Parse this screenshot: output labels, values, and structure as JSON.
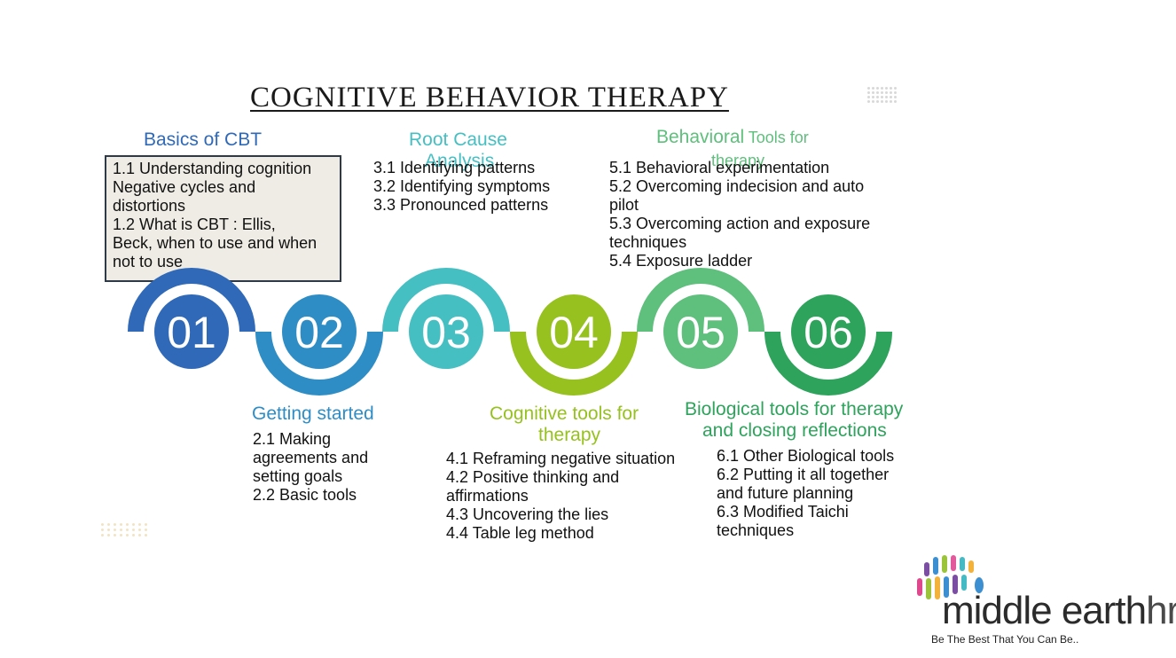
{
  "title": "COGNITIVE BEHAVIOR THERAPY",
  "colors": {
    "step01": "#2f69b8",
    "step02": "#2f8dc6",
    "step03": "#46bfc3",
    "step04": "#96c11f",
    "step05": "#5fbf7c",
    "step06": "#2ea35c"
  },
  "steps": [
    {
      "number": "01",
      "heading": "Basics of CBT",
      "items": [
        "1.1 Understanding cognition",
        "Negative cycles and",
        "distortions",
        "1.2 What is CBT : Ellis,",
        "Beck, when to use and when",
        "not to use"
      ]
    },
    {
      "number": "02",
      "heading": "Getting started",
      "items": [
        "2.1 Making",
        "agreements and",
        "setting goals",
        "2.2 Basic tools"
      ]
    },
    {
      "number": "03",
      "heading_lines": [
        "Root Cause",
        "Analysis"
      ],
      "items": [
        "3.1 Identifying patterns",
        "3.2 Identifying symptoms",
        "3.3 Pronounced patterns"
      ]
    },
    {
      "number": "04",
      "heading_lines": [
        "Cognitive tools for",
        "therapy"
      ],
      "items": [
        "4.1 Reframing negative situation",
        "4.2 Positive thinking and",
        "affirmations",
        "4.3 Uncovering the lies",
        "4.4 Table leg method"
      ]
    },
    {
      "number": "05",
      "heading_main": "Behavioral",
      "heading_small": "Tools for",
      "heading_small2": "therapy",
      "items": [
        "5.1 Behavioral experimentation",
        "5.2 Overcoming indecision and auto",
        "pilot",
        "5.3 Overcoming action and exposure",
        "techniques",
        "5.4 Exposure ladder"
      ]
    },
    {
      "number": "06",
      "heading_lines": [
        "Biological tools for therapy",
        "and closing reflections"
      ],
      "items": [
        "6.1 Other Biological tools",
        "6.2 Putting it all together",
        "and future planning",
        "6.3 Modified Taichi",
        "techniques"
      ]
    }
  ],
  "brand": {
    "name_main": "middle earth",
    "name_suffix": "hr",
    "tagline": "Be The Best That You Can Be.."
  }
}
